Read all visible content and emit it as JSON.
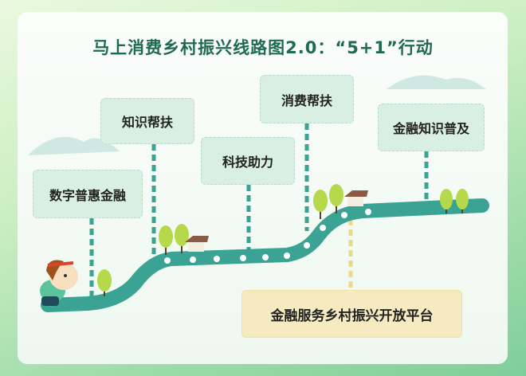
{
  "title": "马上消费乡村振兴线路图2.0：“5+1”行动",
  "milestones": [
    {
      "label": "数字普惠金融"
    },
    {
      "label": "知识帮扶"
    },
    {
      "label": "科技助力"
    },
    {
      "label": "消费帮扶"
    },
    {
      "label": "金融知识普及"
    }
  ],
  "platform": {
    "label": "金融服务乡村振兴开放平台"
  },
  "colors": {
    "road": "#3aa394",
    "title": "#1f6b52",
    "platform_bg": "#f6ebc0",
    "box_bg": "#d9efe4"
  }
}
